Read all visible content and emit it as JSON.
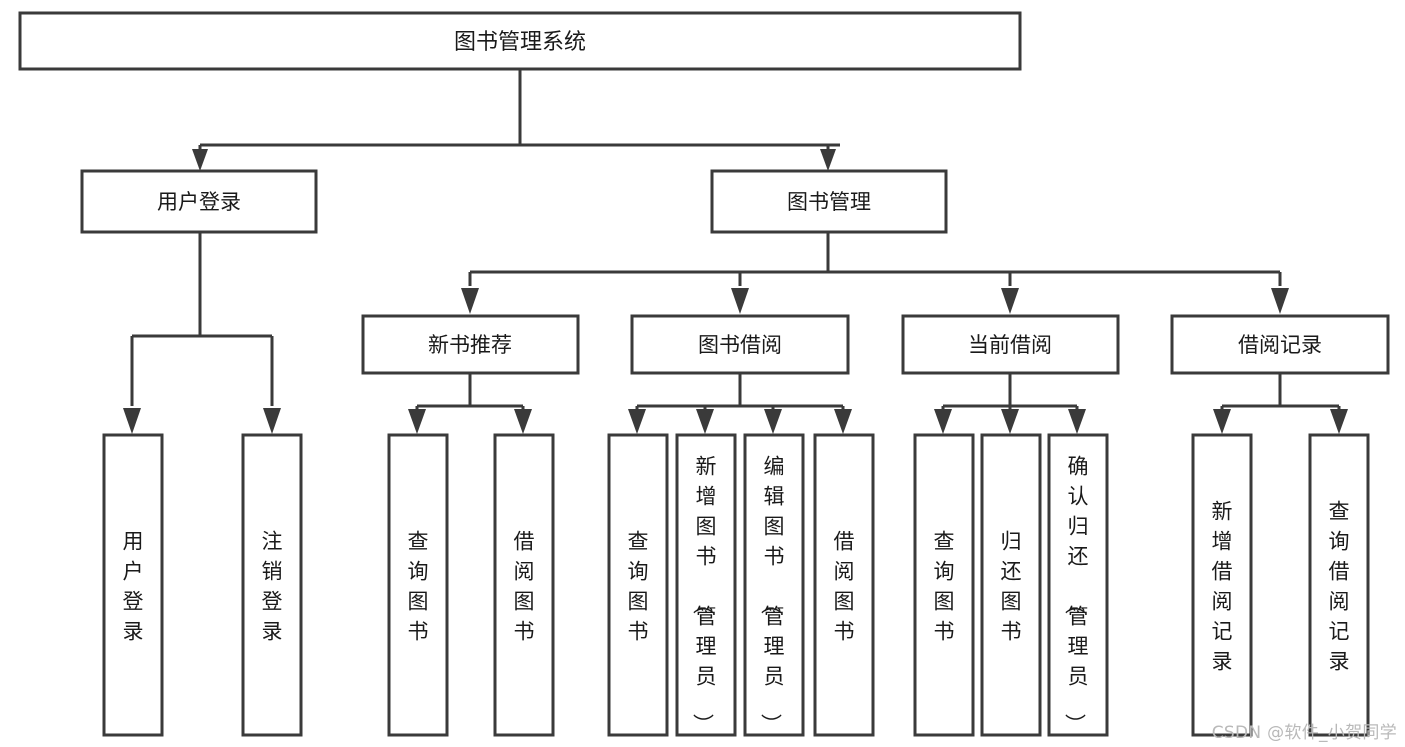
{
  "diagram": {
    "type": "tree-hierarchy",
    "title": "图书管理系统",
    "root": {
      "label": "图书管理系统"
    },
    "level2": [
      {
        "label": "用户登录"
      },
      {
        "label": "图书管理"
      }
    ],
    "level3": [
      {
        "label": "新书推荐"
      },
      {
        "label": "图书借阅"
      },
      {
        "label": "当前借阅"
      },
      {
        "label": "借阅记录"
      }
    ],
    "leaves": {
      "user_login": [
        {
          "label": "用户登录"
        },
        {
          "label": "注销登录"
        }
      ],
      "new_book_recommend": [
        {
          "label": "查询图书"
        },
        {
          "label": "借阅图书"
        }
      ],
      "book_borrow": [
        {
          "label": "查询图书"
        },
        {
          "label": "新增图书（管理员）"
        },
        {
          "label": "编辑图书（管理员）"
        },
        {
          "label": "借阅图书"
        }
      ],
      "current_borrow": [
        {
          "label": "查询图书"
        },
        {
          "label": "归还图书"
        },
        {
          "label": "确认归还（管理员）"
        }
      ],
      "borrow_records": [
        {
          "label": "新增借阅记录"
        },
        {
          "label": "查询借阅记录"
        }
      ]
    }
  },
  "watermark": {
    "text": "CSDN @软件_小贺同学"
  },
  "colors": {
    "border": "#3a3a3a",
    "background": "#ffffff",
    "text": "#1a1a1a",
    "watermark": "#b9b9b9"
  }
}
